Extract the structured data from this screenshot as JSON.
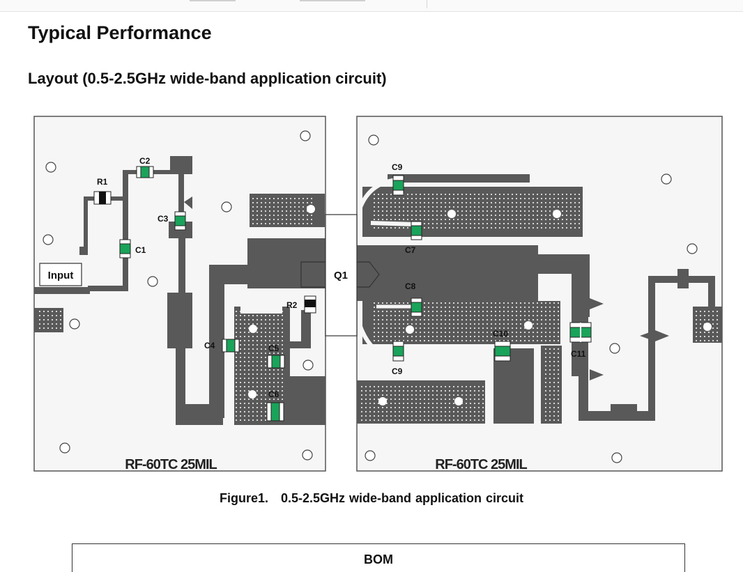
{
  "heading": "Typical Performance",
  "subheading": "Layout (0.5-2.5GHz wide-band application circuit)",
  "figure": {
    "number": "Figure1.",
    "title": "0.5-2.5GHz wide-band application circuit",
    "board_labels": {
      "left": "RF-60TC 25MIL",
      "right": "RF-60TC 25MIL"
    },
    "input_label": "Input",
    "transistor": "Q1",
    "components": {
      "r1": "R1",
      "r2": "R2",
      "c1": "C1",
      "c2": "C2",
      "c3": "C3",
      "c4": "C4",
      "c5": "C5",
      "c6": "C6",
      "c7": "C7",
      "c8": "C8",
      "c9_top": "C9",
      "c9_bottom": "C9",
      "c10": "C10",
      "c11": "C11"
    }
  },
  "bom_title": "BOM",
  "colors": {
    "trace": "#595959",
    "capacitor": "#1aa35a",
    "resistor": "#111111",
    "board_fill": "#f5f5f5",
    "board_border": "#555555"
  }
}
